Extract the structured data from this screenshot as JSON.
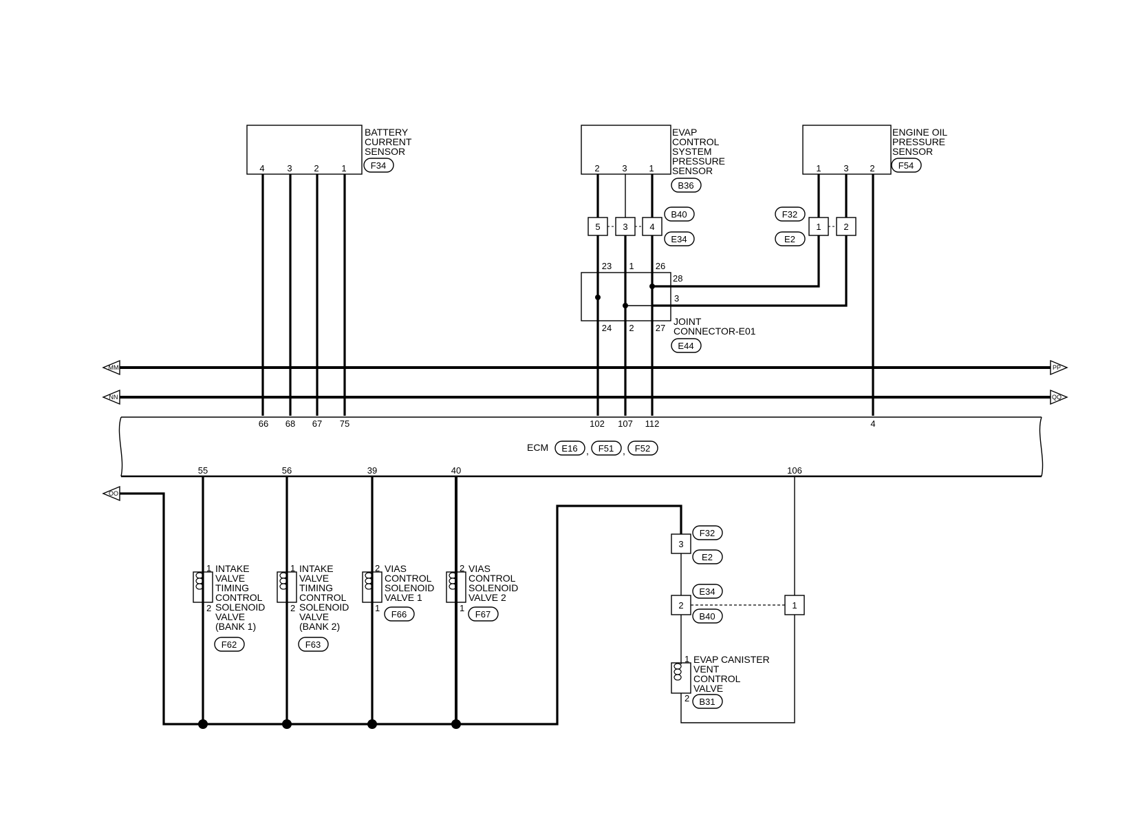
{
  "components": {
    "battery_sensor": {
      "name_lines": [
        "BATTERY",
        "CURRENT",
        "SENSOR"
      ],
      "connector": "F34",
      "pins": [
        "4",
        "3",
        "2",
        "1"
      ]
    },
    "evap_pressure_sensor": {
      "name_lines": [
        "EVAP",
        "CONTROL",
        "SYSTEM",
        "PRESSURE",
        "SENSOR"
      ],
      "connector": "B36",
      "pins": [
        "2",
        "3",
        "1"
      ]
    },
    "oil_pressure_sensor": {
      "name_lines": [
        "ENGINE OIL",
        "PRESSURE",
        "SENSOR"
      ],
      "connector": "F54",
      "pins": [
        "1",
        "3",
        "2"
      ]
    },
    "evap_relay_connector": {
      "tag_top": "B40",
      "tag_bottom": "E34",
      "pins": [
        "5",
        "3",
        "4"
      ]
    },
    "oil_relay_connector": {
      "tag_top": "F32",
      "tag_bottom": "E2",
      "pins": [
        "1",
        "2"
      ]
    },
    "joint_connector": {
      "name_lines": [
        "JOINT",
        "CONNECTOR-E01"
      ],
      "connector": "E44",
      "top_pins": [
        "23",
        "1",
        "26"
      ],
      "bottom_pins": [
        "24",
        "2",
        "27"
      ],
      "right_pins": [
        "28",
        "3"
      ]
    },
    "ecm": {
      "label": "ECM",
      "connectors": [
        "E16",
        "F51",
        "F52"
      ],
      "separator": ",",
      "top_pins": [
        "66",
        "68",
        "67",
        "75",
        "102",
        "107",
        "112",
        "4"
      ],
      "bottom_pins": [
        "55",
        "56",
        "39",
        "40",
        "106"
      ]
    },
    "bus": {
      "left": [
        "MM",
        "NN",
        "OO"
      ],
      "right": [
        "PP",
        "QQ"
      ]
    },
    "ivt_bank1": {
      "name_lines": [
        "INTAKE",
        "VALVE",
        "TIMING",
        "CONTROL",
        "SOLENOID",
        "VALVE",
        "(BANK 1)"
      ],
      "connector": "F62",
      "pin_top": "1",
      "pin_bottom": "2"
    },
    "ivt_bank2": {
      "name_lines": [
        "INTAKE",
        "VALVE",
        "TIMING",
        "CONTROL",
        "SOLENOID",
        "VALVE",
        "(BANK 2)"
      ],
      "connector": "F63",
      "pin_top": "1",
      "pin_bottom": "2"
    },
    "vias1": {
      "name_lines": [
        "VIAS",
        "CONTROL",
        "SOLENOID",
        "VALVE 1"
      ],
      "connector": "F66",
      "pin_top": "2",
      "pin_bottom": "1"
    },
    "vias2": {
      "name_lines": [
        "VIAS",
        "CONTROL",
        "SOLENOID",
        "VALVE 2"
      ],
      "connector": "F67",
      "pin_top": "2",
      "pin_bottom": "1"
    },
    "canister_relay_1": {
      "pin": "3",
      "tag_top": "F32",
      "tag_bottom": "E2"
    },
    "canister_relay_2": {
      "pin": "2",
      "tag_top": "E34",
      "tag_bottom": "B40",
      "pin_right": "1"
    },
    "canister_vent": {
      "name_lines": [
        "EVAP CANISTER",
        "VENT",
        "CONTROL",
        "VALVE"
      ],
      "connector": "B31",
      "pin_top": "1",
      "pin_bottom": "2"
    }
  }
}
